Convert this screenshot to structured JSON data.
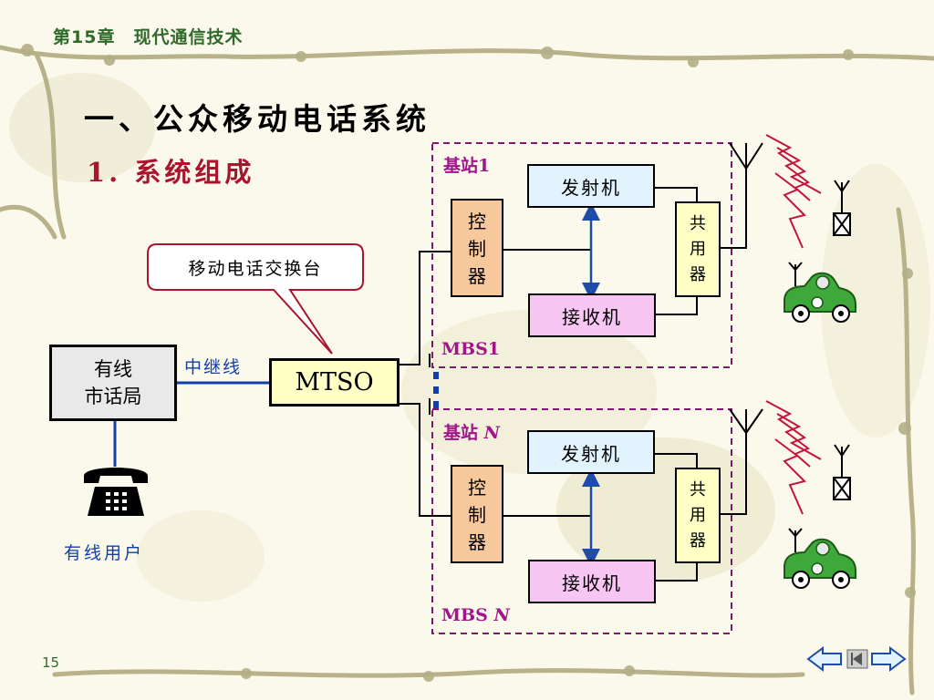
{
  "header": {
    "chapter": "第15章　现代通信技术",
    "title": "一、公众移动电话系统",
    "subtitle": "1. 系统组成"
  },
  "diagram": {
    "switch_callout": "移动电话交换台",
    "pstn_line1": "有线",
    "pstn_line2": "市话局",
    "trunk_label": "中继线",
    "mtso_label": "MTSO",
    "wired_user_label": "有线用户",
    "base_station_1": {
      "title_text": "基站",
      "title_num": "1",
      "controller": [
        "控",
        "制",
        "器"
      ],
      "transmitter": "发射机",
      "receiver": "接收机",
      "duplexer": [
        "共",
        "用",
        "器"
      ],
      "name": "MBS1"
    },
    "base_station_n": {
      "title_text": "基站 ",
      "title_num": "N",
      "controller": [
        "控",
        "制",
        "器"
      ],
      "transmitter": "发射机",
      "receiver": "接收机",
      "duplexer": [
        "共",
        "用",
        "器"
      ],
      "name_text": "MBS ",
      "name_num": "N"
    }
  },
  "footer": {
    "page_number": "15"
  },
  "colors": {
    "bs_title": "#a0158a",
    "trunk": "#123ea8",
    "subtitle": "#a8152c",
    "radio_wave": "#c4143c",
    "car": "#3fa83a"
  },
  "icons": [
    "telephone-icon",
    "antenna-icon",
    "handset-icon",
    "car-icon",
    "nav-prev-icon",
    "nav-home-icon",
    "nav-next-icon",
    "vine-decoration"
  ]
}
